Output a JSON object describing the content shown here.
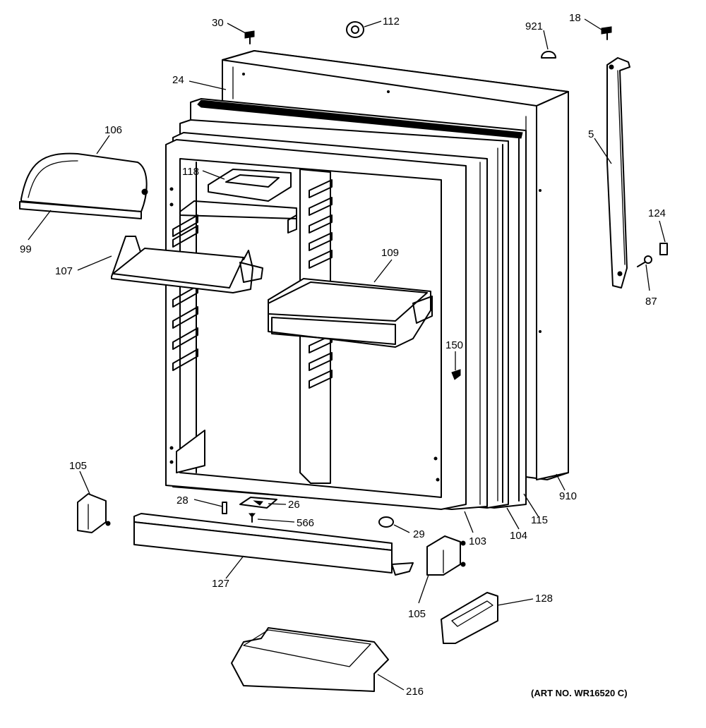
{
  "callouts": {
    "c30": "30",
    "c112": "112",
    "c921": "921",
    "c18": "18",
    "c24": "24",
    "c106": "106",
    "c118": "118",
    "c5": "5",
    "c99": "99",
    "c124": "124",
    "c107": "107",
    "c109": "109",
    "c87": "87",
    "c150": "150",
    "c105a": "105",
    "c28": "28",
    "c26": "26",
    "c566": "566",
    "c29": "29",
    "c103": "103",
    "c104": "104",
    "c115": "115",
    "c910": "910",
    "c127": "127",
    "c105b": "105",
    "c128": "128",
    "c216": "216"
  },
  "art_number": "(ART NO. WR16520 C)"
}
